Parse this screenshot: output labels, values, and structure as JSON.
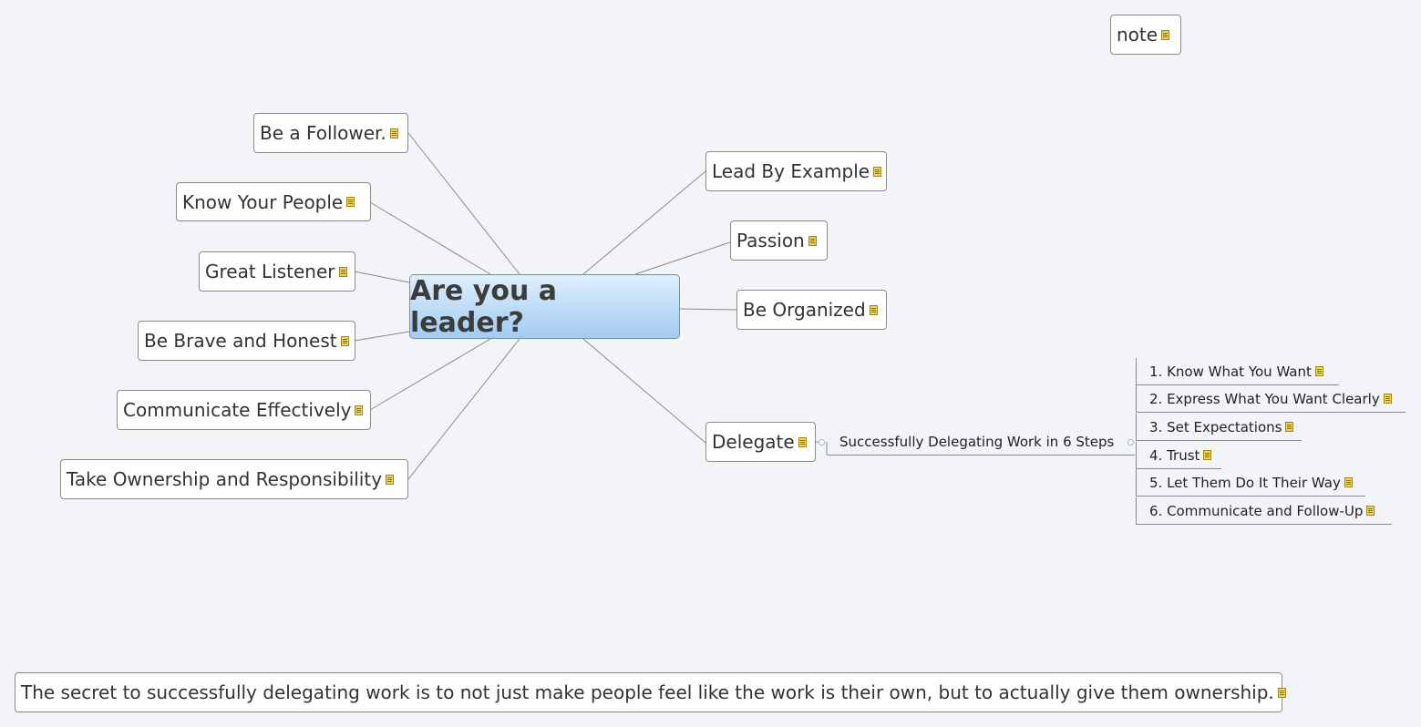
{
  "central": {
    "label": "Are you a leader?"
  },
  "floating": {
    "note": "note"
  },
  "left_topics": [
    "Be a Follower.",
    "Know Your People",
    "Great Listener",
    "Be Brave and Honest",
    "Communicate Effectively",
    "Take Ownership and Responsibility"
  ],
  "right_topics": [
    "Lead By Example",
    "Passion",
    "Be Organized",
    "Delegate"
  ],
  "delegate_branch": {
    "label": "Successfully Delegating Work in 6 Steps",
    "steps": [
      "1. Know What You Want",
      "2. Express What You Want Clearly",
      "3. Set Expectations",
      "4. Trust",
      "5. Let Them Do It Their Way",
      "6. Communicate and Follow-Up"
    ]
  },
  "bottom_note": "The secret to successfully delegating work is to not just make people feel like the work is their own, but to actually give them ownership."
}
